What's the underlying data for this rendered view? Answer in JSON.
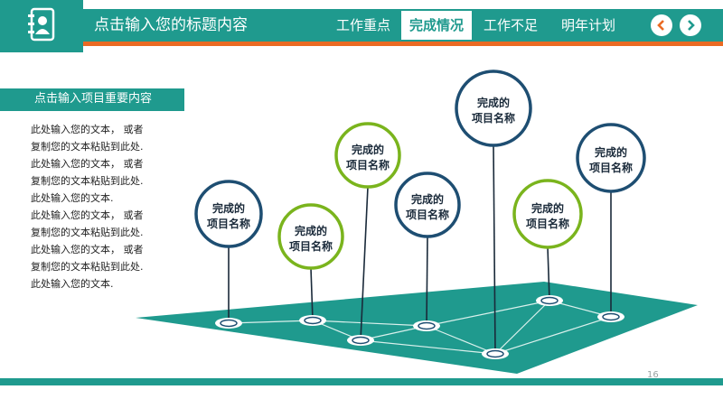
{
  "header": {
    "title": "点击输入您的标题内容",
    "tabs": [
      {
        "label": "工作重点",
        "active": false
      },
      {
        "label": "完成情况",
        "active": true
      },
      {
        "label": "工作不足",
        "active": false
      },
      {
        "label": "明年计划",
        "active": false
      }
    ],
    "prev_icon": "chevron-left-icon",
    "next_icon": "chevron-right-icon",
    "logo_icon": "contact-book-icon"
  },
  "section": {
    "subtitle": "点击输入项目重要内容",
    "lines": [
      "此处输入您的文本，   或者",
      "复制您的文本粘贴到此处.",
      "此处输入您的文本，   或者",
      "复制您的文本粘贴到此处.",
      "此处输入您的文本.",
      "此处输入您的文本，   或者",
      "复制您的文本粘贴到此处.",
      "此处输入您的文本，   或者",
      "复制您的文本粘贴到此处.",
      "此处输入您的文本."
    ]
  },
  "nodes": [
    {
      "line1": "完成的",
      "line2": "项目名称",
      "ring": "blue"
    },
    {
      "line1": "完成的",
      "line2": "项目名称",
      "ring": "green"
    },
    {
      "line1": "完成的",
      "line2": "项目名称",
      "ring": "green"
    },
    {
      "line1": "完成的",
      "line2": "项目名称",
      "ring": "blue"
    },
    {
      "line1": "完成的",
      "line2": "项目名称",
      "ring": "blue"
    },
    {
      "line1": "完成的",
      "line2": "项目名称",
      "ring": "green"
    },
    {
      "line1": "完成的",
      "line2": "项目名称",
      "ring": "blue"
    }
  ],
  "colors": {
    "teal": "#1f9a8e",
    "orange": "#ea6a23",
    "blue": "#1e4e72",
    "green": "#7ab41d"
  },
  "page_number": "16"
}
